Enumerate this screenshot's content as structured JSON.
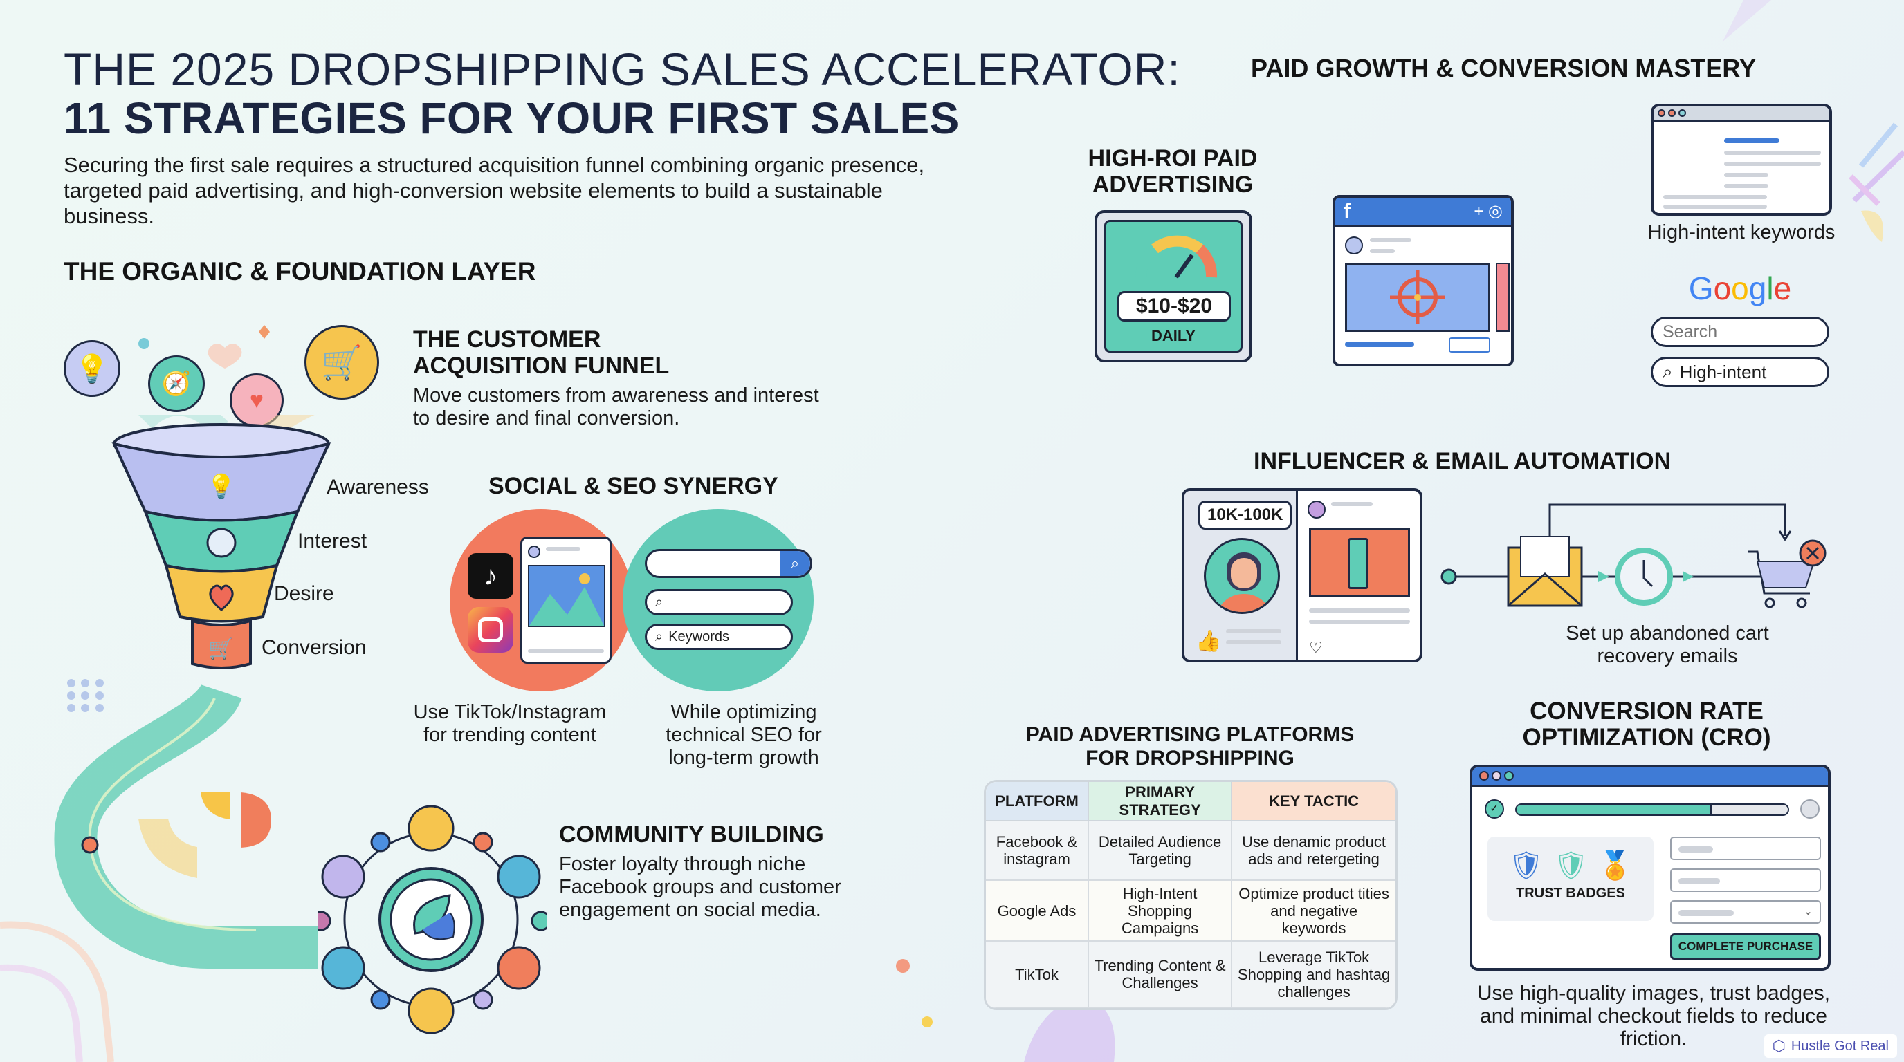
{
  "header": {
    "title_line1": "THE 2025 DROPSHIPPING SALES ACCELERATOR:",
    "title_line2": "11 STRATEGIES FOR YOUR FIRST SALES",
    "intro": "Securing the first sale requires a structured acquisition funnel combining organic presence, targeted paid advertising, and high-conversion website elements to build a sustainable business."
  },
  "organic": {
    "section_title": "THE ORGANIC & FOUNDATION LAYER",
    "funnel": {
      "title_line1": "THE CUSTOMER",
      "title_line2": "ACQUISITION FUNNEL",
      "description": "Move customers from awareness and interest to desire and final conversion.",
      "stages": [
        {
          "label": "Awareness",
          "icon": "lightbulb-icon",
          "color": "#b9bff0"
        },
        {
          "label": "Interest",
          "icon": "compass-icon",
          "color": "#5fcdb6"
        },
        {
          "label": "Desire",
          "icon": "heart-icon",
          "color": "#f6c54e"
        },
        {
          "label": "Conversion",
          "icon": "cart-icon",
          "color": "#f07e5c"
        }
      ]
    },
    "social_seo": {
      "title": "SOCIAL & SEO SYNERGY",
      "keywords_placeholder": "Keywords",
      "left_caption": "Use TikTok/Instagram for trending content",
      "right_caption": "While optimizing technical SEO for long-term growth"
    },
    "community": {
      "title": "COMMUNITY BUILDING",
      "description": "Foster loyalty through niche Facebook groups and customer engagement on social media."
    }
  },
  "paid": {
    "section_title": "PAID GROWTH & CONVERSION MASTERY",
    "roi": {
      "title_line1": "HIGH-ROI PAID",
      "title_line2": "ADVERTISING",
      "budget": "$10-$20",
      "budget_period": "DAILY"
    },
    "search": {
      "keywords_caption": "High-intent keywords",
      "logo": "Google",
      "search_placeholder": "Search",
      "query": "High-intent"
    },
    "influencer_email": {
      "title": "INFLUENCER & EMAIL AUTOMATION",
      "follower_range": "10K-100K",
      "caption": "Set up abandoned cart recovery emails"
    },
    "platforms_table": {
      "title_line1": "PAID ADVERTISING PLATFORMS",
      "title_line2": "FOR DROPSHIPPING",
      "headers": [
        "PLATFORM",
        "PRIMARY STRATEGY",
        "KEY TACTIC"
      ],
      "header_colors": [
        "#dde8f3",
        "#dcf2e6",
        "#fbe0d0"
      ],
      "rows": [
        [
          "Facebook & instagram",
          "Detailed Audience Targeting",
          "Use denamic product ads and retergeting"
        ],
        [
          "Google Ads",
          "High-Intent Shopping Campaigns",
          "Optimize product tities and negative keywords"
        ],
        [
          "TikTok",
          "Trending Content & Challenges",
          "Leverage TikTok Shopping and hashtag challenges"
        ]
      ]
    },
    "cro": {
      "title_line1": "CONVERSION RATE",
      "title_line2": "OPTIMIZATION (CRO)",
      "trust_label": "TRUST BADGES",
      "cta": "COMPLETE PURCHASE",
      "progress_pct": 72,
      "caption": "Use high-quality images, trust badges, and minimal checkout fields to reduce friction."
    }
  },
  "watermark": "Hustle Got Real",
  "colors": {
    "navy": "#1b2540",
    "teal": "#5fcdb6",
    "coral": "#f07e5c",
    "yellow": "#f6c54e",
    "blue": "#3f7bd6",
    "lavender": "#b9bff0"
  }
}
